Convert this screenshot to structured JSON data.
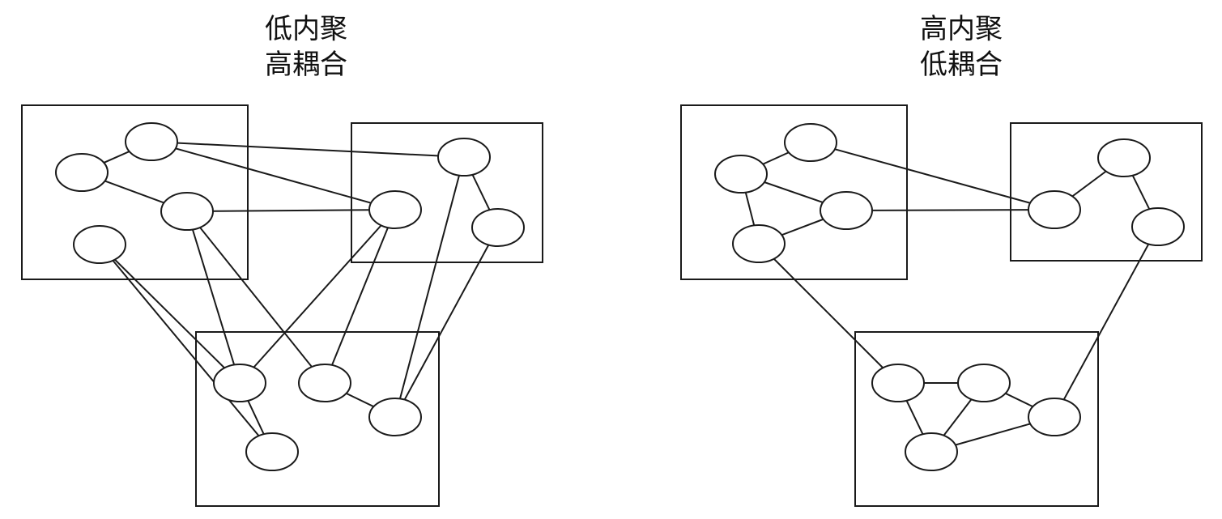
{
  "diagrams": [
    {
      "id": "low-cohesion-high-coupling",
      "title_line1": "低内聚",
      "title_line2": "高耦合"
    },
    {
      "id": "high-cohesion-low-coupling",
      "title_line1": "高内聚",
      "title_line2": "低耦合"
    }
  ]
}
